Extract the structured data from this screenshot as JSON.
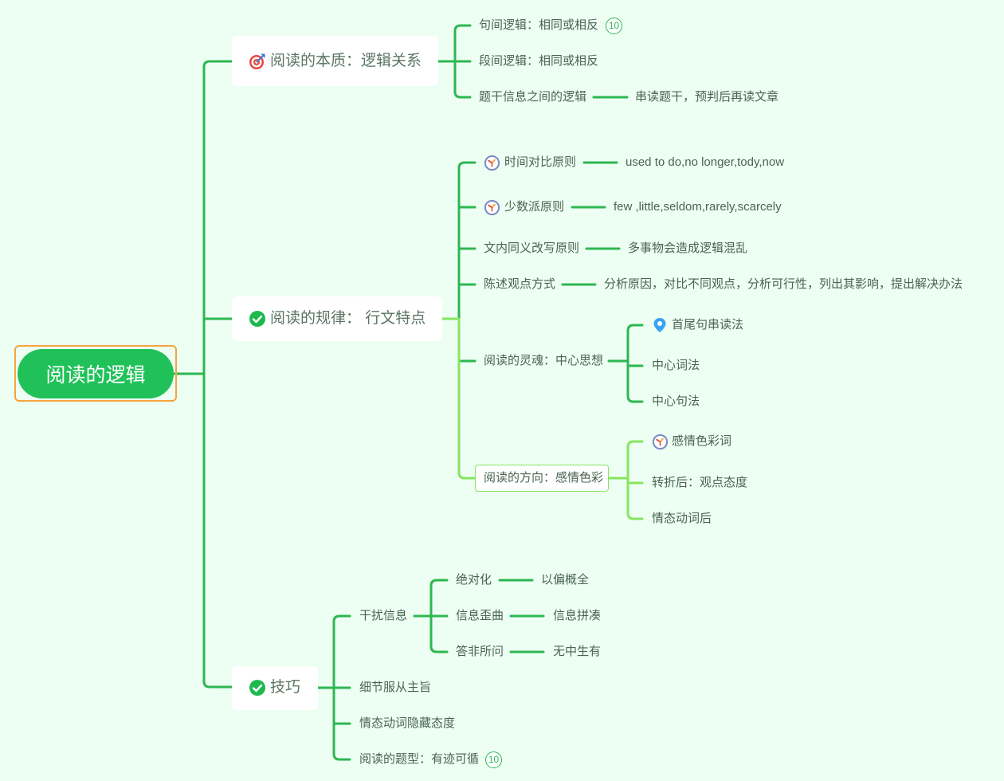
{
  "root": {
    "label": "阅读的逻辑"
  },
  "branches": [
    {
      "label": "阅读的本质：逻辑关系",
      "icon": "target-icon",
      "children": [
        {
          "label": "句间逻辑：相同或相反",
          "badge": "10"
        },
        {
          "label": "段间逻辑：相同或相反"
        },
        {
          "label": "题干信息之间的逻辑",
          "children": [
            {
              "label": "串读题干，预判后再读文章"
            }
          ]
        }
      ]
    },
    {
      "label": "阅读的规律： 行文特点",
      "icon": "check-circle-icon",
      "children": [
        {
          "label": "时间对比原则",
          "icon": "clock-icon",
          "children": [
            {
              "label": "used to do,no longer,tody,now"
            }
          ]
        },
        {
          "label": "少数派原则",
          "icon": "clock-icon",
          "children": [
            {
              "label": "few ,little,seldom,rarely,scarcely"
            }
          ]
        },
        {
          "label": "文内同义改写原则",
          "children": [
            {
              "label": "多事物会造成逻辑混乱"
            }
          ]
        },
        {
          "label": "陈述观点方式",
          "children": [
            {
              "label": "分析原因，对比不同观点，分析可行性，列出其影响，提出解决办法"
            }
          ]
        },
        {
          "label": "阅读的灵魂：中心思想",
          "children": [
            {
              "label": "首尾句串读法",
              "icon": "location-pin-icon"
            },
            {
              "label": "中心词法"
            },
            {
              "label": "中心句法"
            }
          ]
        },
        {
          "label": "阅读的方向：感情色彩",
          "selected": true,
          "children": [
            {
              "label": "感情色彩词",
              "icon": "clock-icon"
            },
            {
              "label": "转折后：观点态度"
            },
            {
              "label": "情态动词后"
            }
          ]
        }
      ]
    },
    {
      "label": "技巧",
      "icon": "check-circle-icon",
      "children": [
        {
          "label": "干扰信息",
          "children": [
            {
              "label": "绝对化",
              "children": [
                {
                  "label": "以偏概全"
                }
              ]
            },
            {
              "label": "信息歪曲",
              "children": [
                {
                  "label": "信息拼凑"
                }
              ]
            },
            {
              "label": "答非所问",
              "children": [
                {
                  "label": "无中生有"
                }
              ]
            }
          ]
        },
        {
          "label": "细节服从主旨"
        },
        {
          "label": "情态动词隐藏态度"
        },
        {
          "label": "阅读的题型：有迹可循",
          "badge": "10"
        }
      ]
    }
  ],
  "colors": {
    "background": "#EDFFF2",
    "line": "#2DB752",
    "selected_line": "#86E45F",
    "root_fill": "#21C15A",
    "root_selection_outline": "#F5A53B",
    "text": "#4A6352",
    "main_topic_text": "#5B7464",
    "badge": "#2DB752"
  }
}
